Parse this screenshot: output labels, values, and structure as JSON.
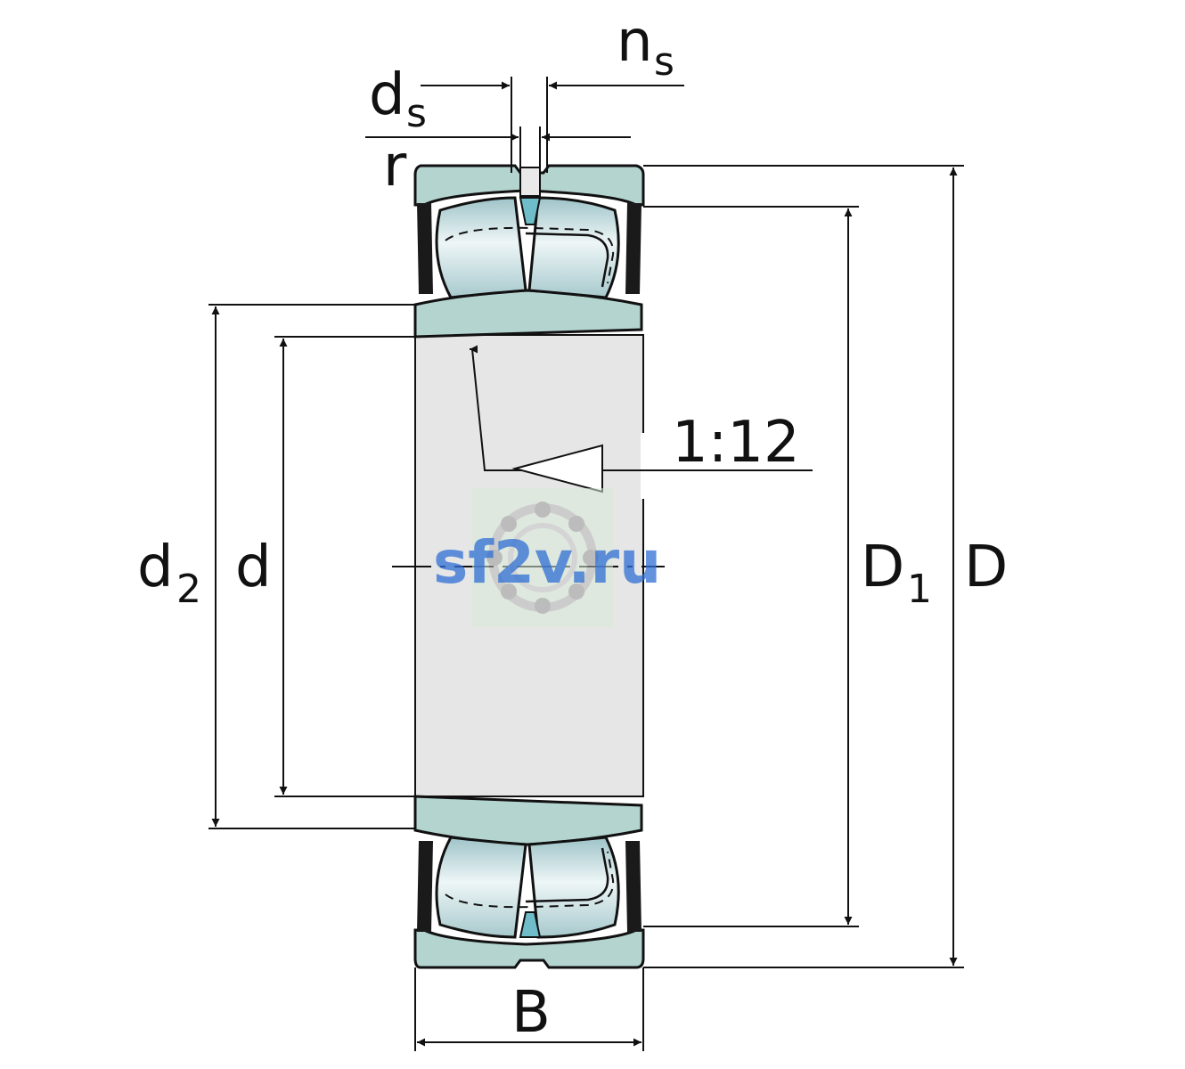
{
  "labels": {
    "d_s": "d",
    "d_s_sub": "s",
    "n_s": "n",
    "n_s_sub": "s",
    "r": "r",
    "taper": "1:12",
    "d2": "d",
    "d2_sub": "2",
    "d": "d",
    "D1": "D",
    "D1_sub": "1",
    "D": "D",
    "B": "B"
  },
  "watermark": "sf2v.ru",
  "colors": {
    "ring": "#b4d4d0",
    "roller": "#cde2e6",
    "bore": "#e6e6e6",
    "seal": "#1a1a1a",
    "line": "#111111",
    "watermark": "#2f6fd4"
  }
}
